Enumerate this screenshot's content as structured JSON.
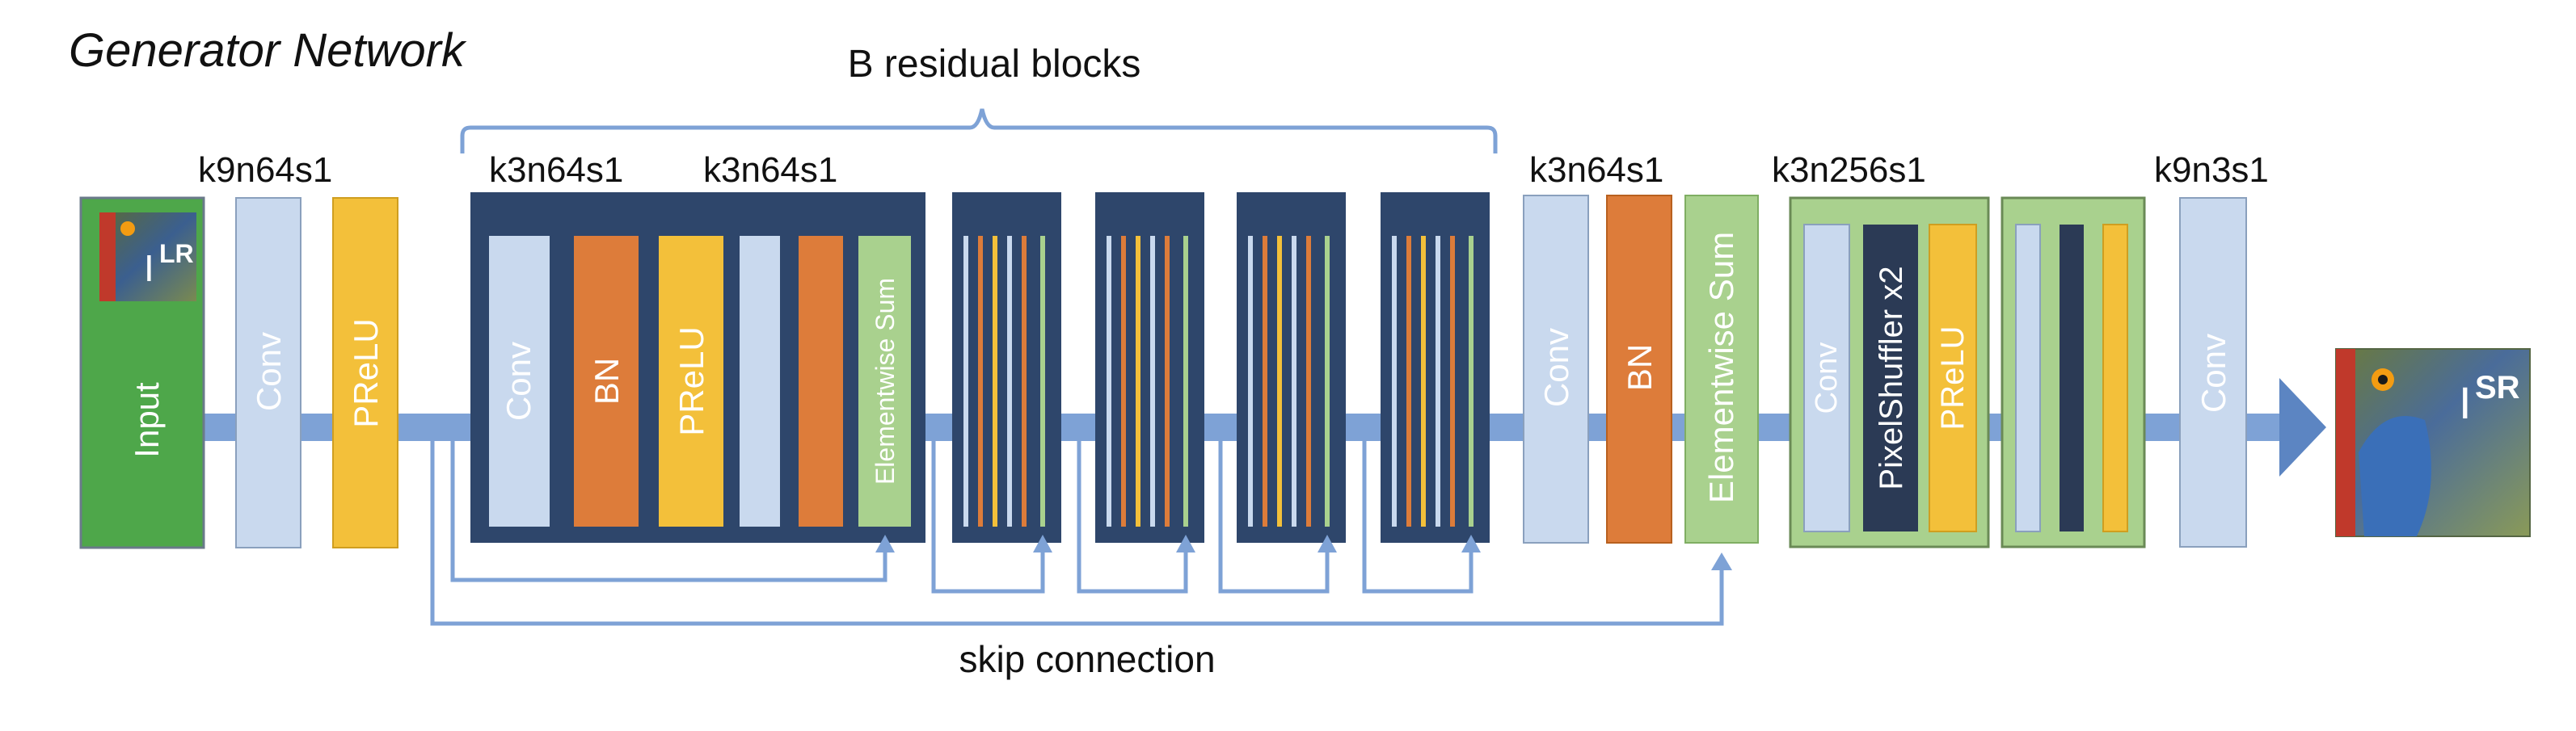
{
  "title": "Generator Network",
  "group_label": "B residual blocks",
  "skip_label": "skip connection",
  "params": {
    "first_conv": "k9n64s1",
    "res_conv1": "k3n64s1",
    "res_conv2": "k3n64s1",
    "post_conv": "k3n64s1",
    "upsample": "k3n256s1",
    "final_conv": "k9n3s1"
  },
  "blocks": {
    "input": "Input",
    "input_image": "I",
    "input_image_sup": "LR",
    "conv1": "Conv",
    "prelu1": "PReLU",
    "res_conv": "Conv",
    "res_bn": "BN",
    "res_prelu": "PReLU",
    "res_sum": "Elementwise Sum",
    "post_conv": "Conv",
    "post_bn": "BN",
    "post_sum": "Elementwise Sum",
    "up_conv": "Conv",
    "pixel_shuffler": "PixelShuffler x2",
    "up_prelu": "PReLU",
    "final_conv": "Conv",
    "output_image": "I",
    "output_image_sup": "SR"
  },
  "colors": {
    "conv": "#c9d9ee",
    "bn": "#dd7c3a",
    "prelu": "#f3c03a",
    "sum": "#a9d18e",
    "input": "#4ea74a",
    "res_bg": "#2e466b",
    "up_bg": "#a9d18e",
    "shuffler": "#2b3a55",
    "arrow": "#7ea2d6"
  }
}
